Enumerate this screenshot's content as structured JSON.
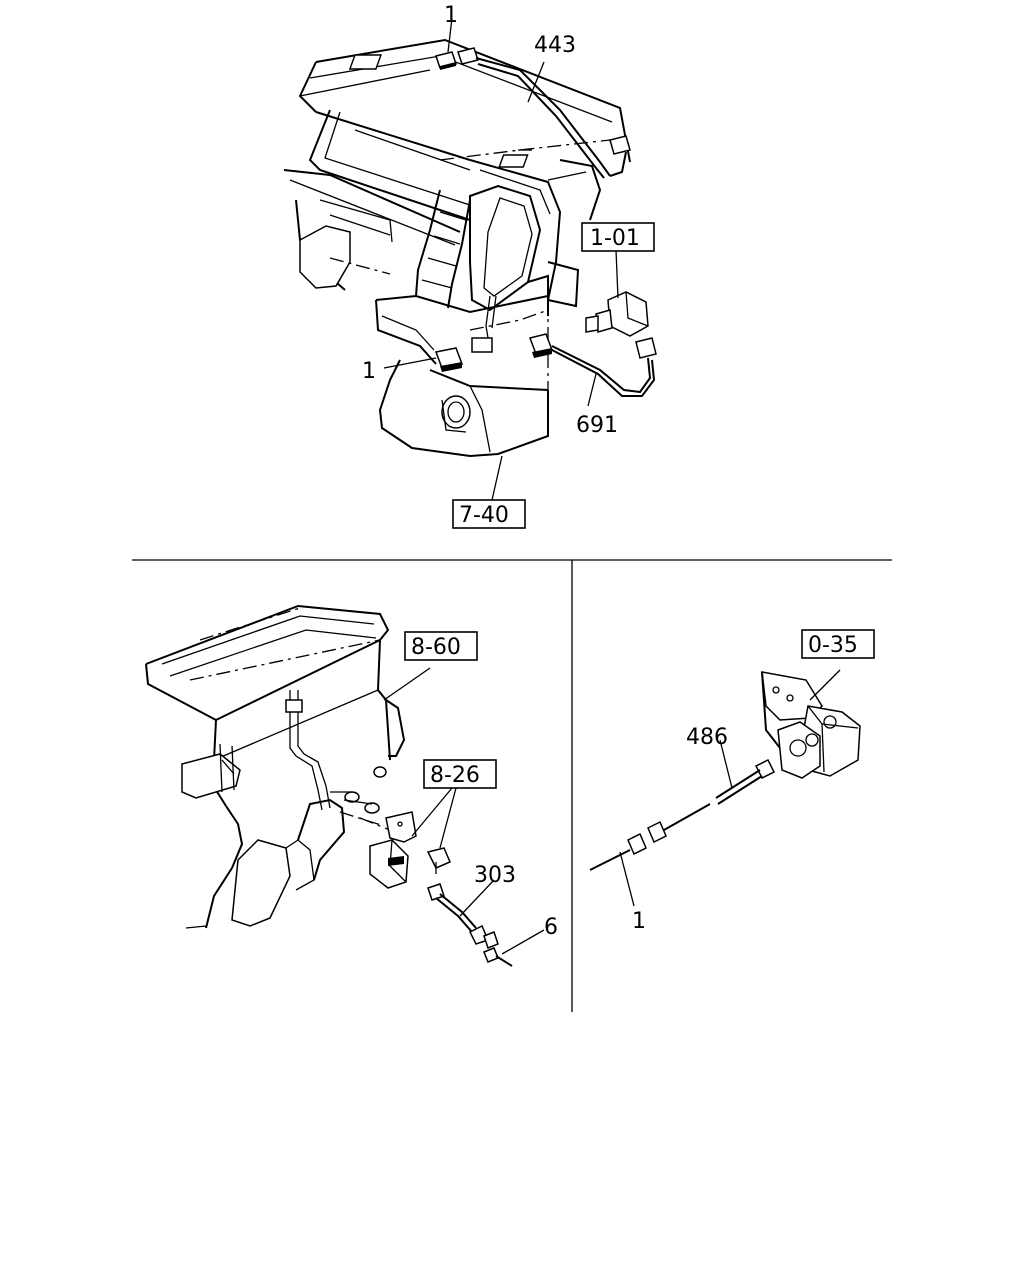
{
  "callouts": {
    "top_1": "1",
    "top_443": "443",
    "top_101": "1-01",
    "top_1b": "1",
    "top_691": "691",
    "top_740": "7-40",
    "bl_860": "8-60",
    "bl_826": "8-26",
    "bl_303": "303",
    "bl_6": "6",
    "br_035": "0-35",
    "br_486": "486",
    "br_1": "1"
  }
}
